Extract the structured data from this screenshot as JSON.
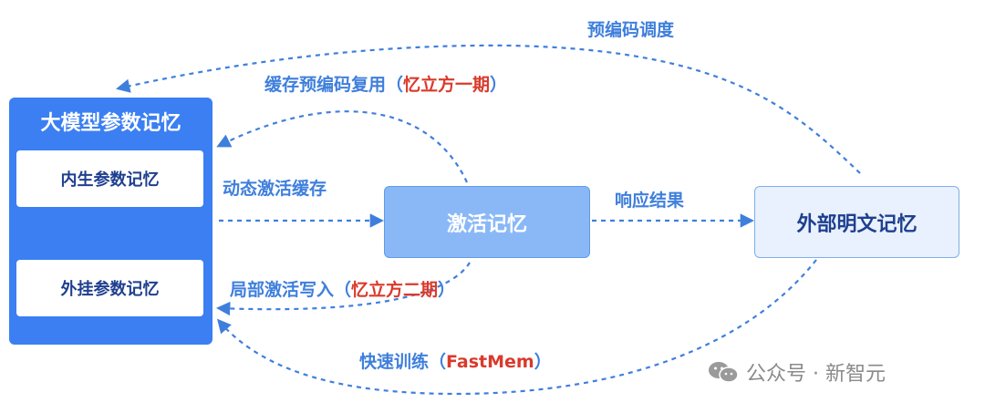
{
  "diagram": {
    "param_memory": {
      "title": "大模型参数记忆",
      "inner_top": "内生参数记忆",
      "inner_bottom": "外挂参数记忆"
    },
    "activation_memory": "激活记忆",
    "external_memory": "外部明文记忆",
    "edges": {
      "precode_schedule": "预编码调度",
      "cache_reuse": {
        "text": "缓存预编码复用",
        "paren_open": "（",
        "highlight": "忆立方一期",
        "paren_close": "）"
      },
      "dynamic_activation_cache": "动态激活缓存",
      "response_result": "响应结果",
      "local_activation_write": {
        "text": "局部激活写入",
        "paren_open": "（",
        "highlight": "忆立方二期",
        "paren_close": "）"
      },
      "fast_training": {
        "text": "快速训练",
        "paren_open": "（",
        "highlight": "FastMem",
        "paren_close": "）"
      }
    },
    "colors": {
      "primary_blue": "#3b7ff2",
      "label_blue": "#3f7fdc",
      "highlight_red": "#d93a2b",
      "arrow_blue": "#3f7fdc"
    }
  },
  "watermark": {
    "icon": "wechat-icon",
    "text": "公众号 · 新智元"
  }
}
